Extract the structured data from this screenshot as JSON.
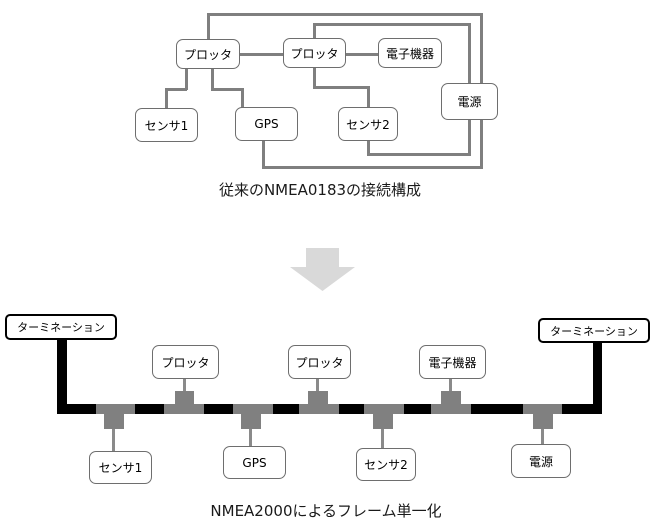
{
  "top_diagram": {
    "title": "従来のNMEA0183の接続構成",
    "nodes": {
      "plotter1": "プロッタ",
      "plotter2": "プロッタ",
      "electronics": "電子機器",
      "power": "電源",
      "sensor1": "センサ1",
      "gps": "GPS",
      "sensor2": "センサ2"
    }
  },
  "bottom_diagram": {
    "title": "NMEA2000によるフレーム単一化",
    "termination_left": "ターミネーション",
    "termination_right": "ターミネーション",
    "nodes": {
      "plotter1": "プロッタ",
      "plotter2": "プロッタ",
      "electronics": "電子機器",
      "sensor1": "センサ1",
      "gps": "GPS",
      "sensor2": "センサ2",
      "power": "電源"
    }
  },
  "colors": {
    "wire": "#7f7f7f",
    "backbone": "#000000",
    "tee_connector": "#808080",
    "arrow": "#d9d9d9"
  }
}
